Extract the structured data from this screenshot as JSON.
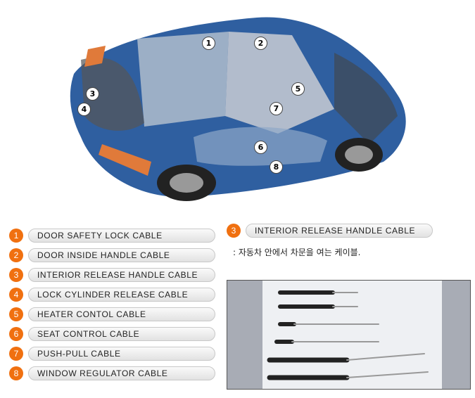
{
  "diagram": {
    "markers": [
      "1",
      "2",
      "3",
      "4",
      "5",
      "6",
      "7",
      "8"
    ]
  },
  "cables": [
    {
      "number": "1",
      "label": "DOOR SAFETY LOCK CABLE"
    },
    {
      "number": "2",
      "label": "DOOR INSIDE HANDLE CABLE"
    },
    {
      "number": "3",
      "label": "INTERIOR RELEASE HANDLE CABLE"
    },
    {
      "number": "4",
      "label": "LOCK CYLINDER RELEASE CABLE"
    },
    {
      "number": "5",
      "label": "HEATER CONTOL CABLE"
    },
    {
      "number": "6",
      "label": "SEAT CONTROL CABLE"
    },
    {
      "number": "7",
      "label": "PUSH-PULL CABLE"
    },
    {
      "number": "8",
      "label": "WINDOW REGULATOR CABLE"
    }
  ],
  "selected": {
    "number": "3",
    "label": "INTERIOR RELEASE HANDLE CABLE",
    "description": ": 자동차 안에서 차문을 여는 케이블."
  },
  "colors": {
    "accent": "#f07010",
    "car_body": "#2f5fa0"
  }
}
